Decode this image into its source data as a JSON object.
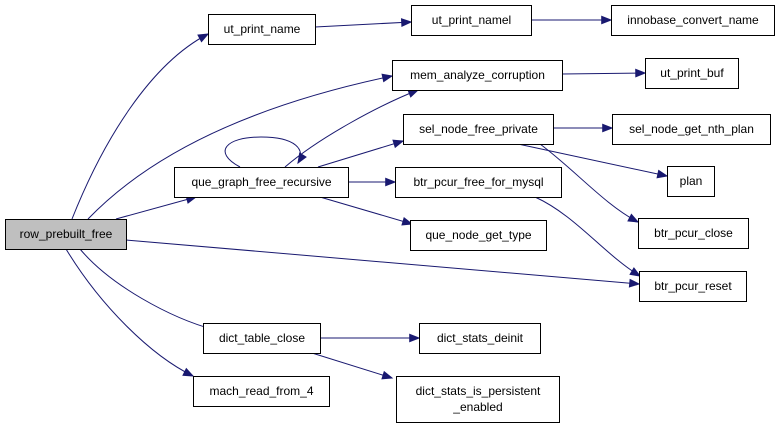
{
  "colors": {
    "node_fill": "#ffffff",
    "root_fill": "#bfbfbf",
    "node_stroke": "#000000",
    "edge": "#191970",
    "background": "#ffffff"
  },
  "nodes": [
    {
      "id": "row_prebuilt_free",
      "lines": [
        "row_prebuilt_free"
      ],
      "root": true
    },
    {
      "id": "ut_print_name",
      "lines": [
        "ut_print_name"
      ]
    },
    {
      "id": "ut_print_namel",
      "lines": [
        "ut_print_namel"
      ]
    },
    {
      "id": "innobase_convert_name",
      "lines": [
        "innobase_convert_name"
      ]
    },
    {
      "id": "mem_analyze_corruption",
      "lines": [
        "mem_analyze_corruption"
      ]
    },
    {
      "id": "ut_print_buf",
      "lines": [
        "ut_print_buf"
      ]
    },
    {
      "id": "que_graph_free_recursive",
      "lines": [
        "que_graph_free_recursive"
      ]
    },
    {
      "id": "sel_node_free_private",
      "lines": [
        "sel_node_free_private"
      ]
    },
    {
      "id": "sel_node_get_nth_plan",
      "lines": [
        "sel_node_get_nth_plan"
      ]
    },
    {
      "id": "plan",
      "lines": [
        "plan"
      ]
    },
    {
      "id": "btr_pcur_free_for_mysql",
      "lines": [
        "btr_pcur_free_for_mysql"
      ]
    },
    {
      "id": "btr_pcur_close",
      "lines": [
        "btr_pcur_close"
      ]
    },
    {
      "id": "que_node_get_type",
      "lines": [
        "que_node_get_type"
      ]
    },
    {
      "id": "btr_pcur_reset",
      "lines": [
        "btr_pcur_reset"
      ]
    },
    {
      "id": "dict_table_close",
      "lines": [
        "dict_table_close"
      ]
    },
    {
      "id": "dict_stats_deinit",
      "lines": [
        "dict_stats_deinit"
      ]
    },
    {
      "id": "dict_stats_is_persistent_enabled",
      "lines": [
        "dict_stats_is_persistent",
        "_enabled"
      ]
    },
    {
      "id": "mach_read_from_4",
      "lines": [
        "mach_read_from_4"
      ]
    }
  ],
  "edges": [
    {
      "from": "row_prebuilt_free",
      "to": "ut_print_name"
    },
    {
      "from": "ut_print_name",
      "to": "ut_print_namel"
    },
    {
      "from": "ut_print_namel",
      "to": "innobase_convert_name"
    },
    {
      "from": "row_prebuilt_free",
      "to": "mem_analyze_corruption"
    },
    {
      "from": "mem_analyze_corruption",
      "to": "ut_print_buf"
    },
    {
      "from": "row_prebuilt_free",
      "to": "que_graph_free_recursive"
    },
    {
      "from": "que_graph_free_recursive",
      "to": "que_graph_free_recursive"
    },
    {
      "from": "que_graph_free_recursive",
      "to": "mem_analyze_corruption"
    },
    {
      "from": "que_graph_free_recursive",
      "to": "sel_node_free_private"
    },
    {
      "from": "que_graph_free_recursive",
      "to": "btr_pcur_free_for_mysql"
    },
    {
      "from": "que_graph_free_recursive",
      "to": "que_node_get_type"
    },
    {
      "from": "sel_node_free_private",
      "to": "sel_node_get_nth_plan"
    },
    {
      "from": "sel_node_free_private",
      "to": "plan"
    },
    {
      "from": "sel_node_free_private",
      "to": "btr_pcur_close"
    },
    {
      "from": "btr_pcur_free_for_mysql",
      "to": "btr_pcur_reset"
    },
    {
      "from": "row_prebuilt_free",
      "to": "btr_pcur_reset"
    },
    {
      "from": "row_prebuilt_free",
      "to": "dict_table_close"
    },
    {
      "from": "dict_table_close",
      "to": "dict_stats_deinit"
    },
    {
      "from": "dict_table_close",
      "to": "dict_stats_is_persistent_enabled"
    },
    {
      "from": "row_prebuilt_free",
      "to": "mach_read_from_4"
    }
  ]
}
